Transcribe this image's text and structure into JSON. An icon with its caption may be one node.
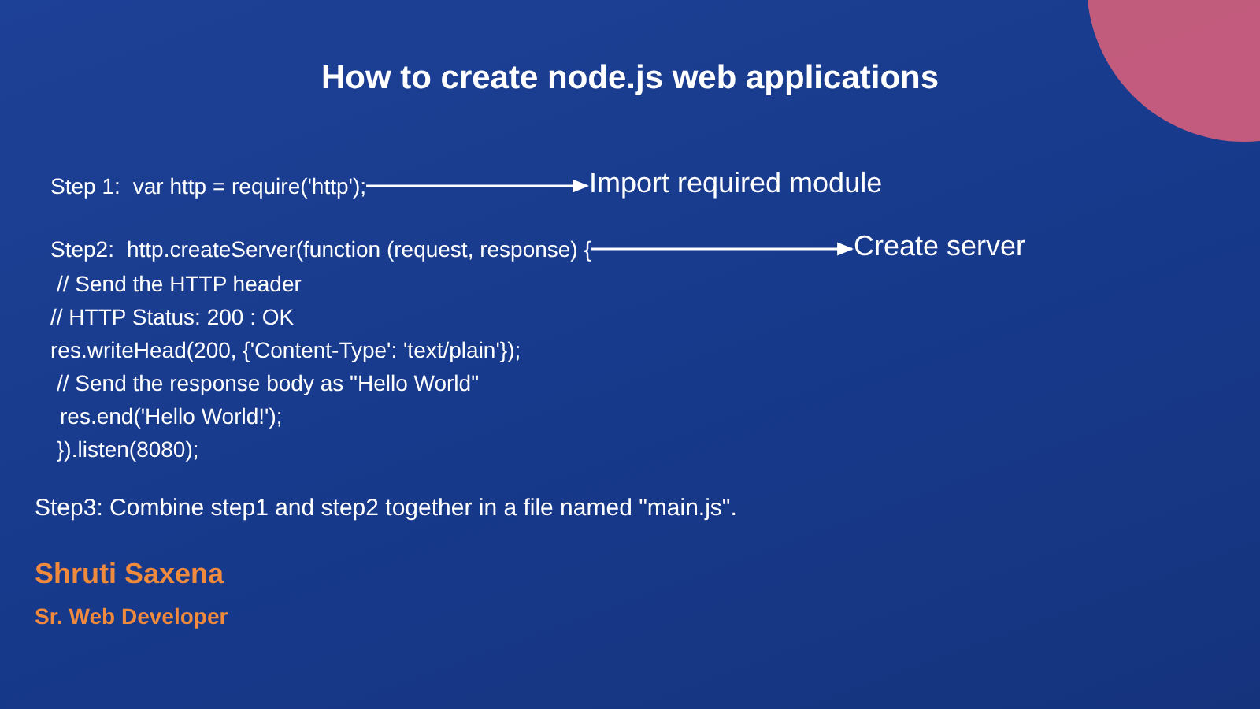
{
  "diagram": {
    "title": "How to create node.js web applications",
    "nodes": [
      {
        "text": [
          "Step 1:",
          "var http = require('http');"
        ]
      },
      {
        "text": [
          "Import required module"
        ]
      },
      {
        "text": [
          "Step2:",
          "http.createServer(function (request, response) {"
        ]
      },
      {
        "text": [
          "Create server"
        ]
      }
    ],
    "edges": [
      {
        "from": 0,
        "to": 1,
        "arrow": "to"
      },
      {
        "from": 2,
        "to": 3,
        "arrow": "to"
      }
    ],
    "labels": [
      "// Send the HTTP header",
      "// HTTP Status: 200 : OK",
      "res.writeHead(200, {'Content-Type': 'text/plain'});",
      "// Send the response body as \"Hello World\"",
      "res.end('Hello World!');",
      "}).listen(8080);",
      "Step3:  Combine step1 and step2 together in a file named \"main.js\".",
      "Shruti Saxena",
      "Sr. Web Developer"
    ]
  }
}
